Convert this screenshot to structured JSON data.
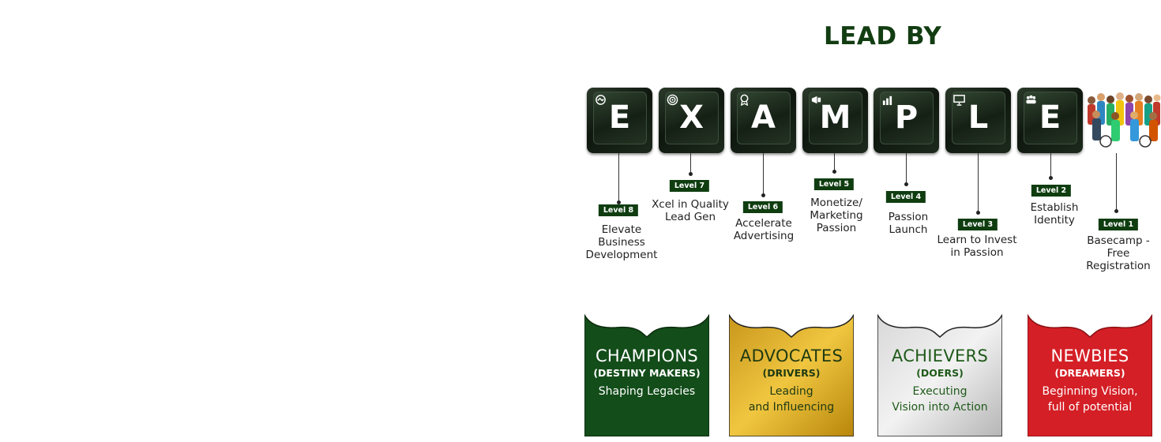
{
  "heading": "LEAD BY",
  "keys": [
    {
      "letter": "E",
      "icon": "handshake-icon",
      "level": "Level 8",
      "label": "Elevate\nBusiness\nDevelopment"
    },
    {
      "letter": "X",
      "icon": "target-icon",
      "level": "Level 7",
      "label": "Xcel in Quality\nLead Gen"
    },
    {
      "letter": "A",
      "icon": "award-icon",
      "level": "Level 6",
      "label": "Accelerate\nAdvertising"
    },
    {
      "letter": "M",
      "icon": "megaphone-icon",
      "level": "Level 5",
      "label": "Monetize/\nMarketing\nPassion"
    },
    {
      "letter": "P",
      "icon": "growth-chart-icon",
      "level": "Level 4",
      "label": "Passion\nLaunch"
    },
    {
      "letter": "L",
      "icon": "presentation-screen-icon",
      "level": "Level 3",
      "label": "Learn to Invest\nin Passion"
    },
    {
      "letter": "E",
      "icon": "team-icon",
      "level": "Level 2",
      "label": "Establish\nIdentity"
    }
  ],
  "crowd": {
    "icon": "crowd-people-icon",
    "level": "Level 1",
    "label": "Basecamp -\nFree\nRegistration"
  },
  "tiers": [
    {
      "name": "CHAMPIONS",
      "role": "(DESTINY MAKERS)",
      "tagline": "Shaping Legacies",
      "color": "#134d1a",
      "text_color": "#ffffff"
    },
    {
      "name": "ADVOCATES",
      "role": "(DRIVERS)",
      "tagline": "Leading\nand Influencing",
      "color": "#d9a520",
      "text_color": "#1f3a12"
    },
    {
      "name": "ACHIEVERS",
      "role": "(DOERS)",
      "tagline": "Executing\nVision into Action",
      "color": "#c9c9c9",
      "text_color": "#1f5a1a"
    },
    {
      "name": "NEWBIES",
      "role": "(DREAMERS)",
      "tagline": "Beginning Vision,\nfull of potential",
      "color": "#d41f26",
      "text_color": "#ffffff"
    }
  ],
  "colors": {
    "heading": "#123d12",
    "badge": "#0f3d10",
    "key": "#1a251a"
  }
}
